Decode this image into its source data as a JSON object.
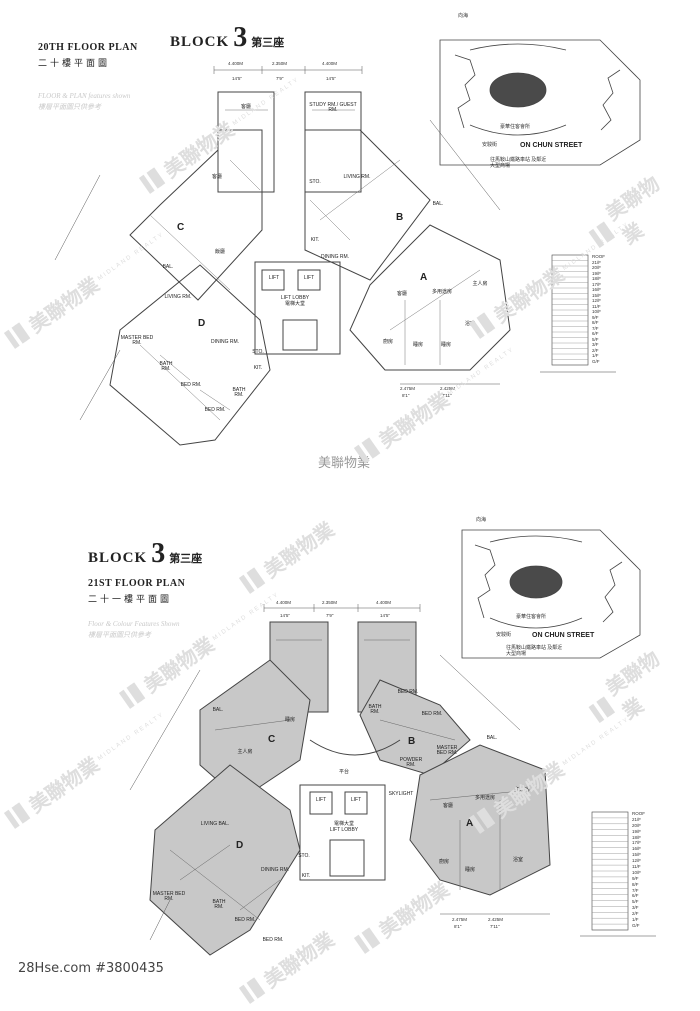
{
  "plan20": {
    "title_en": "20TH FLOOR PLAN",
    "title_zh": "二十樓平面圖",
    "block_word": "BLOCK",
    "block_num": "3",
    "block_zh": "第三座",
    "faint_en": "FLOOR & PLAN features shown",
    "faint_zh": "樓層平面圖只供參考",
    "units": [
      "A",
      "B",
      "C",
      "D"
    ],
    "dims_top": [
      "4.400M",
      "2.350M",
      "4.400M"
    ],
    "dims_top_ft": [
      "14'5\"",
      "7'9\"",
      "14'5\""
    ],
    "rooms": {
      "study": "STUDY RM./ GUEST RM.",
      "study_zh": "書房/客房",
      "living_b": "LIVING RM.",
      "living_d": "LIVING RM.",
      "dining_b": "DINING RM.",
      "dining_d": "DINING RM.",
      "master_d": "MASTER BED RM.",
      "bed_d1": "BED RM.",
      "bed_d2": "BED RM.",
      "bath_d": "BATH RM.",
      "bath_d2": "BATH RM.",
      "sto_b": "STO.",
      "sto_d": "STO.",
      "kit_b": "KIT.",
      "kit_d": "KIT.",
      "bal_c": "BAL.",
      "bal_b": "BAL.",
      "lift1": "LIFT",
      "lift2": "LIFT",
      "lift_zh": "電梯",
      "lobby": "LIFT LOBBY",
      "lobby_zh": "電梯大堂",
      "rm_c1": "客廳",
      "rm_c2": "飯廳",
      "rm_a1": "客廳",
      "rm_a2": "飯廳",
      "rm_a3": "主人房",
      "rm_a4": "睡房",
      "rm_a5": "睡房",
      "rm_a6": "廚房",
      "rm_b1": "多用途房",
      "rm_b2": "浴室"
    },
    "dims_bottom_right": [
      "2.475M",
      "2.425M"
    ],
    "dims_bottom_right_ft": [
      "8'1\"",
      "7'11\""
    ],
    "site": {
      "street": "ON CHUN STREET",
      "street_zh": "安駿街",
      "club_zh": "豪華住客會所",
      "north_zh": "向海",
      "note_zh": "往馬鞍山鐵路車站 及鄰近大型商場"
    },
    "elev_floors": [
      "ROOF",
      "21/F",
      "20/F",
      "19/F",
      "18/F",
      "17/F",
      "16/F",
      "15/F",
      "12/F",
      "11/F",
      "10/F",
      "9/F",
      "8/F",
      "7/F",
      "6/F",
      "5/F",
      "3/F",
      "2/F",
      "1/F",
      "G/F"
    ]
  },
  "mid_caption": "美聯物業",
  "plan21": {
    "title_en": "21ST FLOOR PLAN",
    "title_zh": "二十一樓平面圖",
    "block_word": "BLOCK",
    "block_num": "3",
    "block_zh": "第三座",
    "faint_en": "Floor & Colour Features Shown",
    "faint_zh": "樓層平面圖只供參考",
    "units": [
      "A",
      "B",
      "C",
      "D"
    ],
    "dims_top": [
      "4.400M",
      "2.350M",
      "4.400M"
    ],
    "dims_top_ft": [
      "14'5\"",
      "7'9\"",
      "14'5\""
    ],
    "rooms": {
      "bed_b1": "BED RM.",
      "bed_b2": "BED RM.",
      "master_b": "MASTER BED RM.",
      "powder": "POWDER RM.",
      "bath_b": "BATH RM.",
      "living_d": "LIVING BAL.",
      "dining_d": "DINING RM.",
      "master_d": "MASTER BED RM.",
      "bath_d": "BATH RM.",
      "bed_d1": "BED RM.",
      "bed_d2": "BED RM.",
      "sto_d": "STO.",
      "kit_d": "KIT.",
      "bal_b": "BAL.",
      "bal_c": "BAL.",
      "skylight": "SKYLIGHT",
      "lift1": "LIFT",
      "lift2": "LIFT",
      "lift_zh": "電梯",
      "lobby": "LIFT LOBBY",
      "lobby_zh": "電梯大堂",
      "terrace_zh": "平台",
      "rm_c1": "主人房",
      "rm_c2": "睡房",
      "rm_a1": "主人房",
      "rm_a2": "客廳",
      "rm_a3": "多用途房",
      "rm_a4": "睡房",
      "rm_a5": "浴室",
      "rm_a6": "廚房"
    },
    "dims_bottom_right": [
      "2.475M",
      "2.425M"
    ],
    "dims_bottom_right_ft": [
      "8'1\"",
      "7'11\""
    ],
    "site": {
      "street": "ON CHUN STREET",
      "street_zh": "安駿街",
      "club_zh": "豪華住客會所",
      "north_zh": "向海",
      "note_zh": "往馬鞍山鐵路車站 及鄰近大型商場"
    },
    "elev_floors": [
      "ROOF",
      "21/F",
      "20/F",
      "19/F",
      "18/F",
      "17/F",
      "16/F",
      "15/F",
      "12/F",
      "11/F",
      "10/F",
      "9/F",
      "8/F",
      "7/F",
      "6/F",
      "5/F",
      "3/F",
      "2/F",
      "1/F",
      "G/F"
    ]
  },
  "watermark": {
    "logo": "▐▐▌",
    "zh": "美聯物業",
    "en": "MIDLAND REALTY"
  },
  "footer": "28Hse.com #3800435"
}
